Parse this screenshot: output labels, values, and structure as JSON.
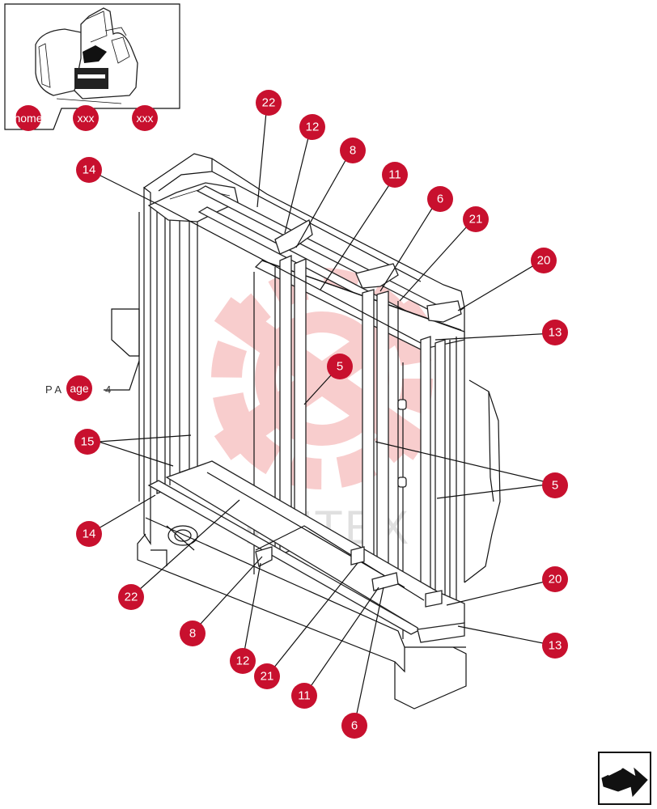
{
  "nav": {
    "home_label": "home",
    "prev_label": "xxx",
    "next_label": "xxx",
    "page_ref_prefix": "P A",
    "page_ref_button": "age",
    "page_ref_suffix": "4"
  },
  "watermark": {
    "text": "ИНТЕХ",
    "color": "#e02020"
  },
  "colors": {
    "callout_fill": "#c8102e",
    "callout_text": "#ffffff",
    "line": "#111111"
  },
  "callouts": [
    {
      "id": "c22top",
      "label": "22"
    },
    {
      "id": "c12top",
      "label": "12"
    },
    {
      "id": "c8top",
      "label": "8"
    },
    {
      "id": "c14top",
      "label": "14"
    },
    {
      "id": "c11top",
      "label": "11"
    },
    {
      "id": "c6top",
      "label": "6"
    },
    {
      "id": "c21top",
      "label": "21"
    },
    {
      "id": "c20top",
      "label": "20"
    },
    {
      "id": "c13top",
      "label": "13"
    },
    {
      "id": "c5mid",
      "label": "5"
    },
    {
      "id": "c15",
      "label": "15"
    },
    {
      "id": "c5right",
      "label": "5"
    },
    {
      "id": "c14bot",
      "label": "14"
    },
    {
      "id": "c20bot",
      "label": "20"
    },
    {
      "id": "c22bot",
      "label": "22"
    },
    {
      "id": "c8bot",
      "label": "8"
    },
    {
      "id": "c13bot",
      "label": "13"
    },
    {
      "id": "c12bot",
      "label": "12"
    },
    {
      "id": "c21bot",
      "label": "21"
    },
    {
      "id": "c11bot",
      "label": "11"
    },
    {
      "id": "c6bot",
      "label": "6"
    }
  ],
  "icons": {
    "thumbnail": "excavator-thumbnail-icon",
    "next_page": "next-page-arrow-icon"
  }
}
